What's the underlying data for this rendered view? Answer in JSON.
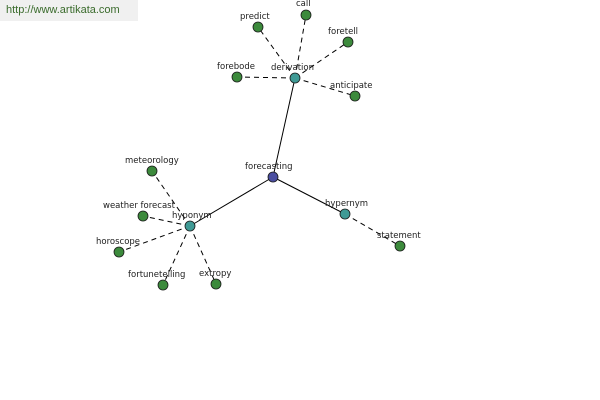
{
  "site": {
    "url": "http://www.artikata.com"
  },
  "colors": {
    "root": "#4a4ea0",
    "relation": "#3f9a95",
    "leaf": "#3c8a3c",
    "edge": "#000000"
  },
  "graph": {
    "root": {
      "id": "forecasting",
      "label": "forecasting"
    },
    "relations": [
      {
        "id": "derivation",
        "label": "derivation"
      },
      {
        "id": "hyponym",
        "label": "hyponym"
      },
      {
        "id": "hypernym",
        "label": "hypernym"
      }
    ],
    "leaves": [
      {
        "id": "predict",
        "label": "predict",
        "parent": "derivation"
      },
      {
        "id": "call",
        "label": "call",
        "parent": "derivation"
      },
      {
        "id": "foretell",
        "label": "foretell",
        "parent": "derivation"
      },
      {
        "id": "forebode",
        "label": "forebode",
        "parent": "derivation"
      },
      {
        "id": "anticipate",
        "label": "anticipate",
        "parent": "derivation"
      },
      {
        "id": "meteorology",
        "label": "meteorology",
        "parent": "hyponym"
      },
      {
        "id": "weather-forecast",
        "label": "weather forecast",
        "parent": "hyponym"
      },
      {
        "id": "horoscope",
        "label": "horoscope",
        "parent": "hyponym"
      },
      {
        "id": "fortunetelling",
        "label": "fortunetelling",
        "parent": "hyponym"
      },
      {
        "id": "extropy",
        "label": "extropy",
        "parent": "hyponym"
      },
      {
        "id": "statement",
        "label": "statement",
        "parent": "hypernym"
      }
    ]
  }
}
